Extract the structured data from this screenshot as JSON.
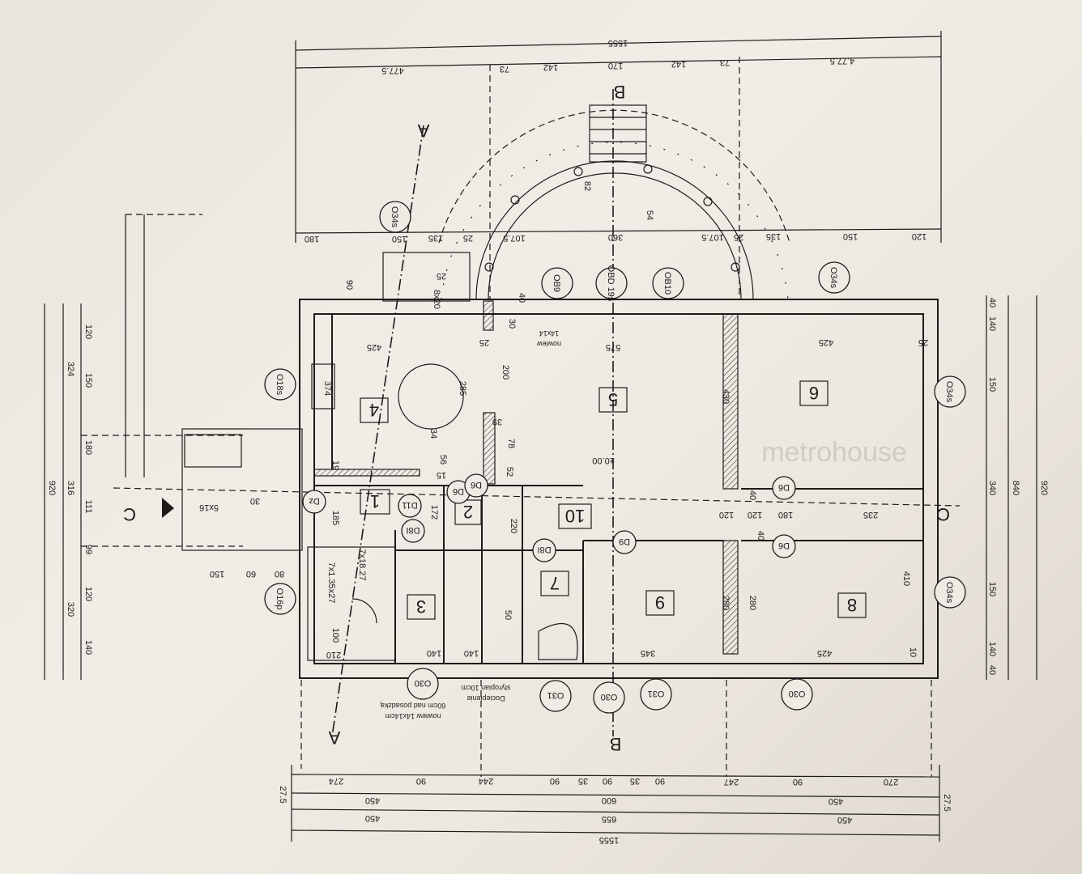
{
  "rooms": [
    "1",
    "2",
    "3",
    "4",
    "5",
    "6",
    "7",
    "8",
    "9",
    "10"
  ],
  "dims_top": [
    "1555",
    "477.5",
    "73",
    "142",
    "170",
    "142",
    "73",
    "4.77.5"
  ],
  "dims_top2": [
    "180",
    "150",
    "135",
    "25",
    "107.5",
    "360",
    "107.5",
    "25",
    "135",
    "150",
    "120",
    "54",
    "82"
  ],
  "dims_bottom": [
    "274",
    "90",
    "244",
    "90",
    "35",
    "90",
    "35",
    "90",
    "247",
    "90",
    "270"
  ],
  "dims_bottom2": [
    "27.5",
    "450",
    "600",
    "450",
    "27.5"
  ],
  "dims_bottom3": [
    "450",
    "655",
    "450"
  ],
  "dims_bottom4": "1555",
  "dims_left": [
    "120",
    "150",
    "180",
    "111",
    "99",
    "120",
    "140",
    "324",
    "316",
    "320",
    "920"
  ],
  "dims_right": [
    "40",
    "140",
    "150",
    "340",
    "150",
    "140",
    "40",
    "840",
    "920"
  ],
  "dims_inner": [
    "425",
    "374",
    "285",
    "200",
    "575",
    "430",
    "425",
    "120",
    "40",
    "40",
    "25",
    "25",
    "19",
    "185",
    "172",
    "220",
    "120",
    "180",
    "235",
    "410",
    "280",
    "280",
    "345",
    "425",
    "140",
    "100",
    "210",
    "140",
    "56",
    "34",
    "15",
    "78",
    "52",
    "39",
    "50",
    "30",
    "40",
    "10",
    "90",
    "25",
    "8x20",
    "5x16",
    "7x18.27",
    "7x1.35x27",
    "150",
    "60",
    "80",
    "30"
  ],
  "codes": [
    "O34s",
    "O18s",
    "O16p",
    "O30",
    "O31",
    "O30",
    "O31",
    "O30",
    "O34s",
    "O34s",
    "O34s",
    "OB9",
    "OBD 19s",
    "OB10",
    "D6",
    "D11",
    "Dz",
    "D8I",
    "D8I",
    "D9",
    "D6",
    "D6",
    "D6"
  ],
  "level": "±0.00",
  "notes": [
    "nowiew 14x14cm",
    "60cm nad posadzką",
    "Docieplenie",
    "styropian 10cm",
    "nowiew",
    "14x14"
  ],
  "sections": [
    "A",
    "A",
    "B",
    "B",
    "C",
    "C"
  ],
  "watermark": "metrohouse"
}
